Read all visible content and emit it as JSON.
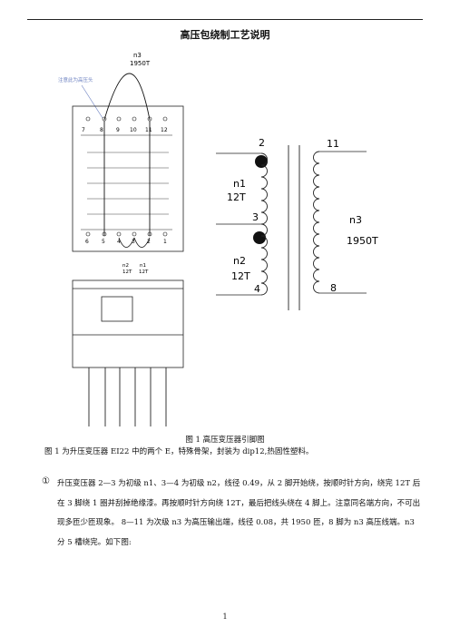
{
  "document": {
    "title": "高压包绕制工艺说明",
    "figure_caption": "图 1    高压变压器引脚图",
    "paragraph_1": "图 1 为升压变压器 EI22 中的两个 E，特殊骨架，封装为 dip12,热固性塑料。",
    "bullet_symbol": "①",
    "paragraph_2": "升压变压器 2—3 为初级 n1、3—4 为初级 n2，线径 0.49，从 2 脚开始绕，按顺时针方向，绕完 12T 后在 3 脚绕 1 圈并刮掉绝缘漆。再按顺时针方向绕 12T，最后把线头绕在 4 脚上。注意同名端方向，不可出现多匝少匝现象。 8—11 为次级 n3 为高压输出端，线径 0.08，共 1950 匝，8 脚为 n3 高压线端。n3 分 5 槽绕完。如下图:",
    "page_number": "1"
  },
  "pin_diagram": {
    "annotation": "注意此为高压头",
    "n3_label": "n3",
    "n3_turns": "1950T",
    "top_pins": [
      "7",
      "8",
      "9",
      "10",
      "11",
      "12"
    ],
    "bottom_pins": [
      "6",
      "5",
      "4",
      "3",
      "2",
      "1"
    ],
    "n2_label": "n2",
    "n2_turns": "12T",
    "n1_label": "n1",
    "n1_turns": "12T"
  },
  "schematic": {
    "pin_2": "2",
    "pin_3": "3",
    "pin_4": "4",
    "pin_8": "8",
    "pin_11": "11",
    "n1_label": "n1",
    "n1_turns": "12T",
    "n2_label": "n2",
    "n2_turns": "12T",
    "n3_label": "n3",
    "n3_turns": "1950T"
  }
}
